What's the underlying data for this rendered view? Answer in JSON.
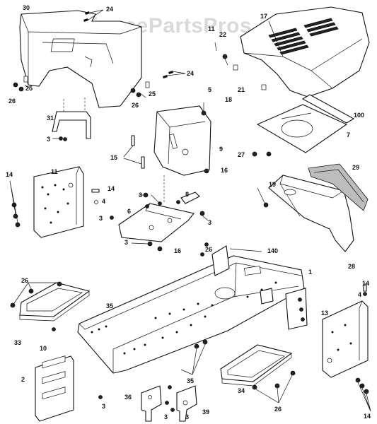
{
  "watermark": "AppliancePartsPros.com",
  "callouts": {
    "c1": "1",
    "c2": "2",
    "c3a": "3",
    "c3b": "3",
    "c3c": "3",
    "c3d": "3",
    "c3e": "3",
    "c3f": "3",
    "c3g": "3",
    "c3h": "3",
    "c4a": "4",
    "c4b": "4",
    "c5": "5",
    "c6": "6",
    "c7": "7",
    "c8": "8",
    "c9": "9",
    "c10": "10",
    "c11": "11",
    "c13": "13",
    "c14a": "14",
    "c14b": "14",
    "c14c": "14",
    "c14d": "14",
    "c15": "15",
    "c16a": "16",
    "c16b": "16",
    "c17": "17",
    "c18": "18",
    "c19": "19",
    "c21": "21",
    "c22": "22",
    "c24a": "24",
    "c24b": "24",
    "c25a": "25",
    "c25b": "25",
    "c26a": "26",
    "c26b": "26",
    "c26c": "26",
    "c26d": "26",
    "c26e": "26",
    "c27": "27",
    "c28": "28",
    "c29": "29",
    "c30": "30",
    "c31": "31",
    "c33": "33",
    "c34": "34",
    "c35a": "35",
    "c35b": "35",
    "c36": "36",
    "c39": "39",
    "c100": "100",
    "c140": "140"
  }
}
